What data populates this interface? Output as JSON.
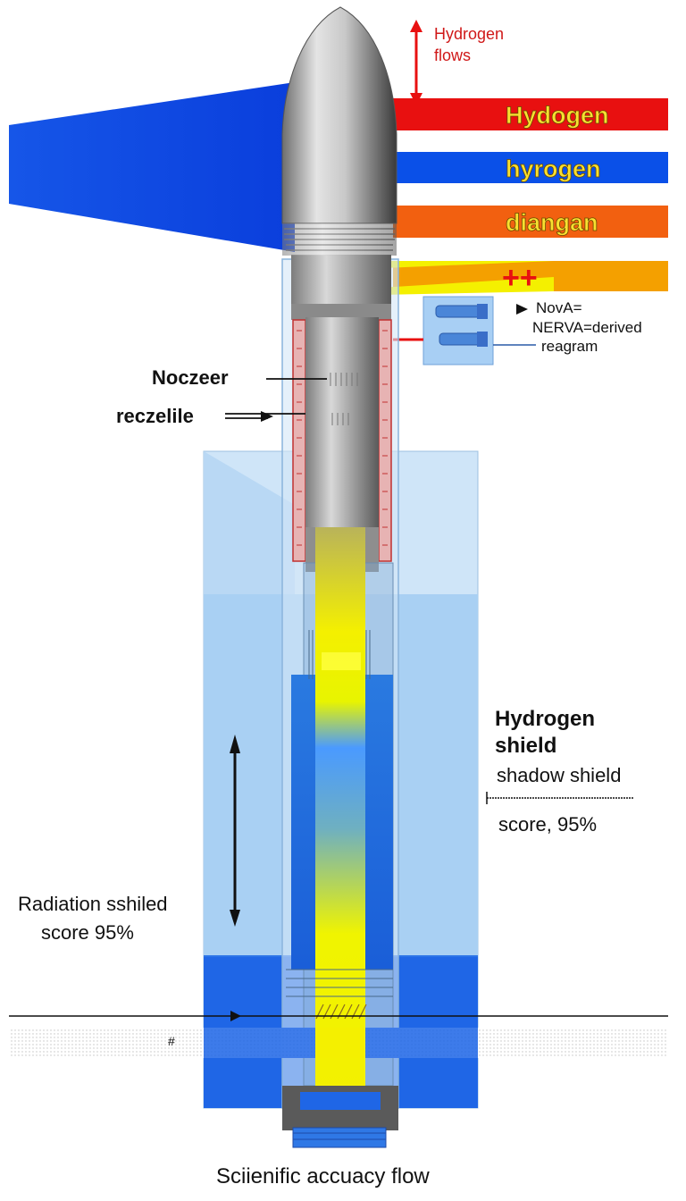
{
  "annotations": {
    "flow_label": "Hydrogen flows",
    "band1": "Hydogen",
    "band2": "hyrogen",
    "band3": "diangan",
    "band4": "++",
    "nova_line1": "NovA=",
    "nova_line2": "NERVA=derived",
    "nova_line3": "reagram",
    "nozzle_label": "Noczeer",
    "reczelike_label": "reczelile",
    "shield_title_1": "Hydrogen",
    "shield_title_2": "shield",
    "shadow_shield": "shadow shield",
    "score_right": "score, 95%",
    "radiation_1": "Radiation sshiled",
    "radiation_2": "score 95%",
    "bottom_caption": "Sciienific accuacy flow",
    "hash_mark": "#"
  },
  "colors": {
    "blue": "#0a50e8",
    "light_blue": "#c8e2f8",
    "mid_blue": "#9ccaf2",
    "red": "#e81010",
    "orange": "#f26010",
    "yellow": "#f4f000",
    "text_yellow": "#f8e030",
    "gray": "#a8a8a8"
  }
}
